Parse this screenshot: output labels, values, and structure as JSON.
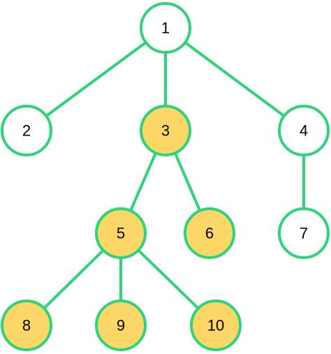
{
  "diagram": {
    "colors": {
      "edge": "#2ed47a",
      "node_border": "#2ed47a",
      "node_default_fill": "#ffffff",
      "node_highlight_fill": "#fdd668",
      "text": "#000000"
    },
    "nodes": [
      {
        "id": "1",
        "label": "1",
        "highlighted": false
      },
      {
        "id": "2",
        "label": "2",
        "highlighted": false
      },
      {
        "id": "3",
        "label": "3",
        "highlighted": true
      },
      {
        "id": "4",
        "label": "4",
        "highlighted": false
      },
      {
        "id": "5",
        "label": "5",
        "highlighted": true
      },
      {
        "id": "6",
        "label": "6",
        "highlighted": true
      },
      {
        "id": "7",
        "label": "7",
        "highlighted": false
      },
      {
        "id": "8",
        "label": "8",
        "highlighted": true
      },
      {
        "id": "9",
        "label": "9",
        "highlighted": true
      },
      {
        "id": "10",
        "label": "10",
        "highlighted": true
      }
    ],
    "edges": [
      {
        "from": "1",
        "to": "2"
      },
      {
        "from": "1",
        "to": "3"
      },
      {
        "from": "1",
        "to": "4"
      },
      {
        "from": "3",
        "to": "5"
      },
      {
        "from": "3",
        "to": "6"
      },
      {
        "from": "4",
        "to": "7"
      },
      {
        "from": "5",
        "to": "8"
      },
      {
        "from": "5",
        "to": "9"
      },
      {
        "from": "5",
        "to": "10"
      }
    ]
  }
}
